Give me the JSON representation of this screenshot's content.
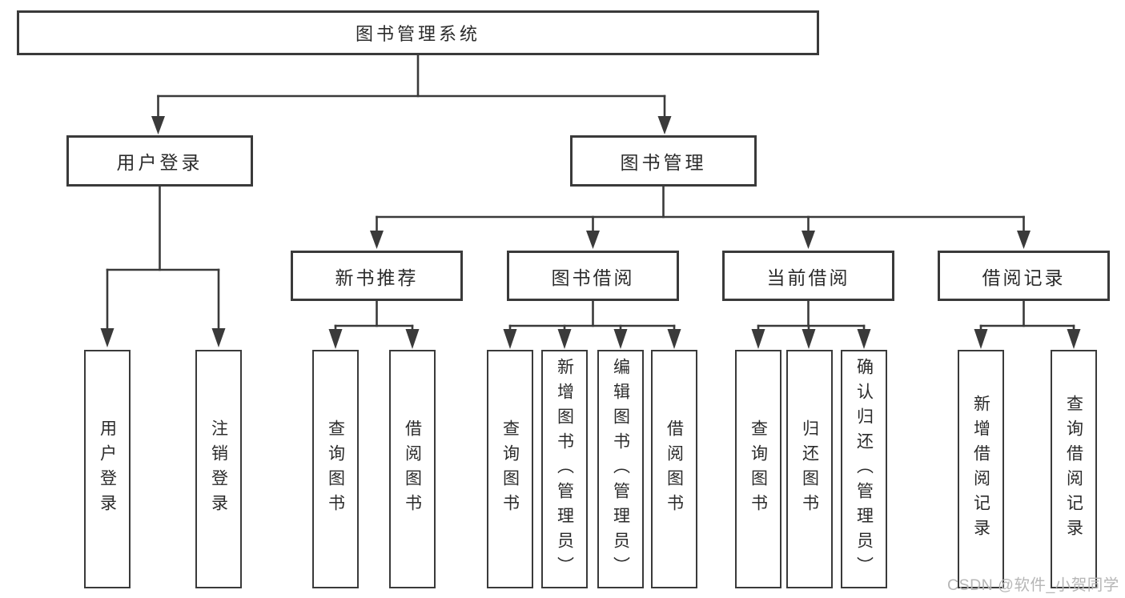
{
  "diagram": {
    "root": {
      "label": "图书管理系统"
    },
    "level2": [
      {
        "label": "用户登录"
      },
      {
        "label": "图书管理"
      }
    ],
    "level3": [
      {
        "label": "新书推荐"
      },
      {
        "label": "图书借阅"
      },
      {
        "label": "当前借阅"
      },
      {
        "label": "借阅记录"
      }
    ],
    "leaves": {
      "user_login": [
        {
          "label": "用户登录"
        },
        {
          "label": "注销登录"
        }
      ],
      "new_books": [
        {
          "label": "查询图书"
        },
        {
          "label": "借阅图书"
        }
      ],
      "book_borrow": [
        {
          "label": "查询图书"
        },
        {
          "label": "新增图书（管理员）"
        },
        {
          "label": "编辑图书（管理员）"
        },
        {
          "label": "借阅图书"
        }
      ],
      "current_borrow": [
        {
          "label": "查询图书"
        },
        {
          "label": "归还图书"
        },
        {
          "label": "确认归还（管理员）"
        }
      ],
      "borrow_records": [
        {
          "label": "新增借阅记录"
        },
        {
          "label": "查询借阅记录"
        }
      ]
    }
  },
  "watermark": {
    "text": "CSDN @软件_小贺同学"
  },
  "colors": {
    "line": "#3a3a3a",
    "box_border": "#3a3a3a",
    "text": "#2b2b2b",
    "watermark": "#b6b6b6",
    "background": "#ffffff"
  }
}
